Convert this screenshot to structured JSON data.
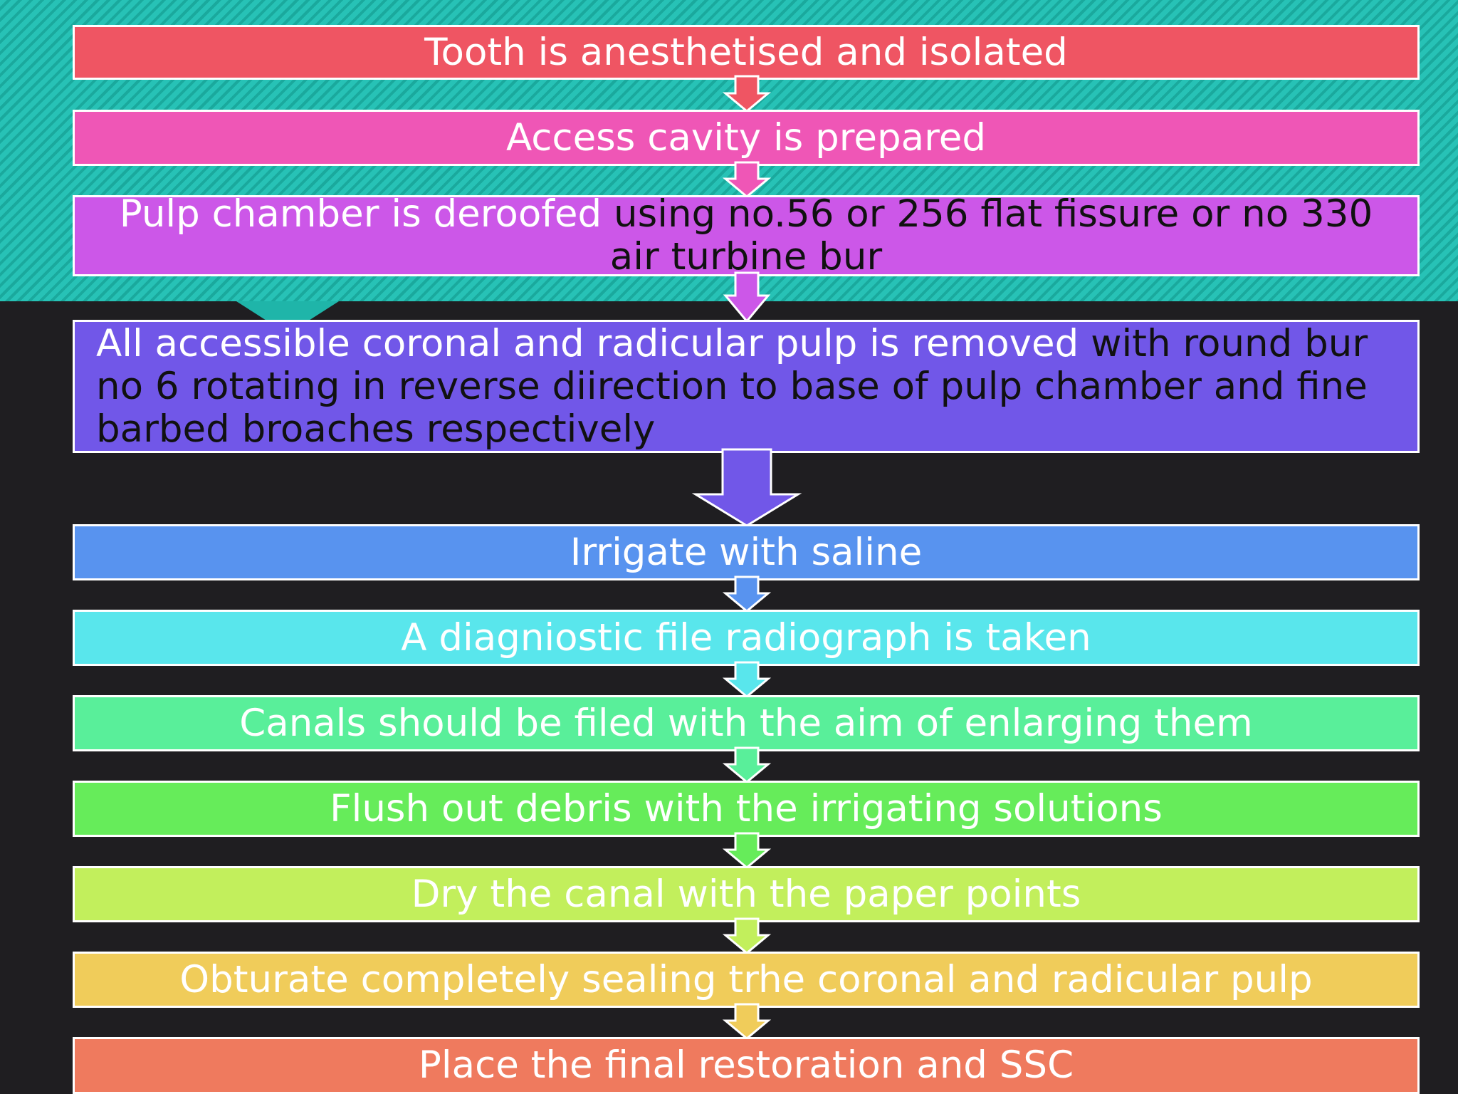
{
  "steps": [
    {
      "text": "Tooth is anesthetised and isolated",
      "color": "#ef5563"
    },
    {
      "text": "Access cavity is prepared",
      "color": "#ef56b6"
    },
    {
      "text": "Pulp chamber is deroofed",
      "text_dark": " using no.56 or 256 flat fissure or no 330 air turbine bur",
      "color": "#cc57e8"
    },
    {
      "text": "All accessible coronal and radicular pulp is removed",
      "text_dark": " with round bur no 6 rotating in reverse diirection to base of pulp chamber and fine barbed broaches respectively",
      "color": "#7157e8"
    },
    {
      "text": "Irrigate with saline",
      "color": "#5893ef"
    },
    {
      "text": "A diagniostic file radiograph is taken",
      "color": "#59e6ec"
    },
    {
      "text": "Canals should be filed with the aim of enlarging them",
      "color": "#59ef9a"
    },
    {
      "text": "Flush out debris with the irrigating solutions",
      "color": "#66ec5a"
    },
    {
      "text": "Dry the canal with the paper points",
      "color": "#c2ef5c"
    },
    {
      "text": "Obturate completely sealing trhe coronal and radicular pulp",
      "color": "#f0cc5a"
    },
    {
      "text": "Place the final restoration and SSC",
      "color": "#ef7a5e"
    }
  ]
}
